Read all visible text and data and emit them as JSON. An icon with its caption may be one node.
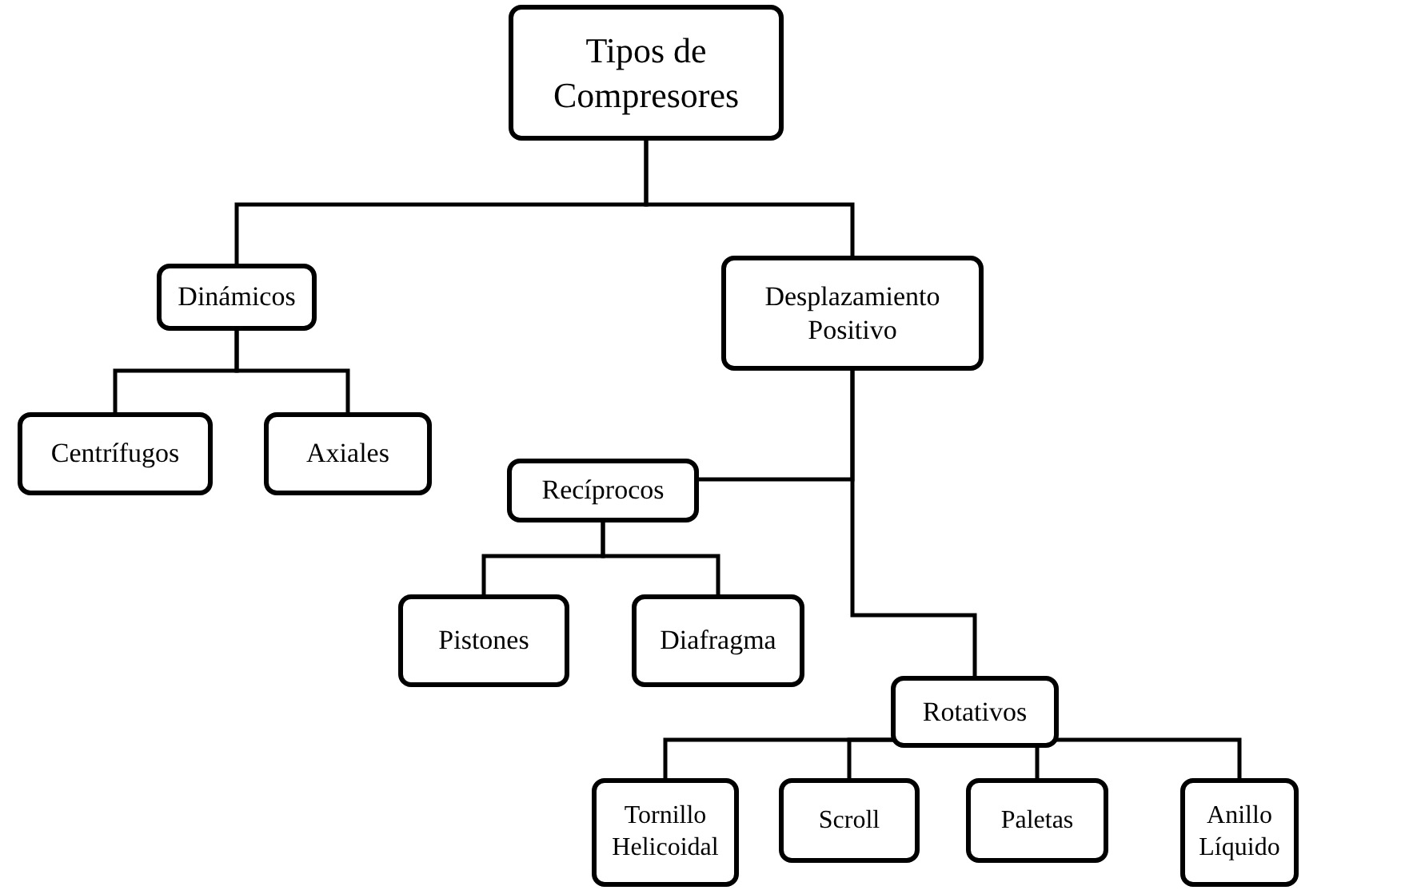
{
  "diagram": {
    "nodes": [
      {
        "text": [
          "Tipos de Compresores"
        ]
      },
      {
        "text": [
          "Dinámicos"
        ]
      },
      {
        "text": [
          "Desplazamiento Positivo"
        ]
      },
      {
        "text": [
          "Centrífugos"
        ]
      },
      {
        "text": [
          "Axiales"
        ]
      },
      {
        "text": [
          "Recíprocos"
        ]
      },
      {
        "text": [
          "Pistones"
        ]
      },
      {
        "text": [
          "Diafragma"
        ]
      },
      {
        "text": [
          "Rotativos"
        ]
      },
      {
        "text": [
          "Tornillo Helicoidal"
        ]
      },
      {
        "text": [
          "Scroll"
        ]
      },
      {
        "text": [
          "Paletas"
        ]
      },
      {
        "text": [
          "Anillo Líquido"
        ]
      }
    ],
    "edges": [
      {
        "from": 0,
        "to": 1,
        "arrow": "none"
      },
      {
        "from": 0,
        "to": 2,
        "arrow": "none"
      },
      {
        "from": 1,
        "to": 3,
        "arrow": "none"
      },
      {
        "from": 1,
        "to": 4,
        "arrow": "none"
      },
      {
        "from": 2,
        "to": 5,
        "arrow": "none"
      },
      {
        "from": 2,
        "to": 8,
        "arrow": "none"
      },
      {
        "from": 5,
        "to": 6,
        "arrow": "none"
      },
      {
        "from": 5,
        "to": 7,
        "arrow": "none"
      },
      {
        "from": 8,
        "to": 9,
        "arrow": "none"
      },
      {
        "from": 8,
        "to": 10,
        "arrow": "none"
      },
      {
        "from": 8,
        "to": 11,
        "arrow": "none"
      },
      {
        "from": 8,
        "to": 12,
        "arrow": "none"
      }
    ]
  }
}
